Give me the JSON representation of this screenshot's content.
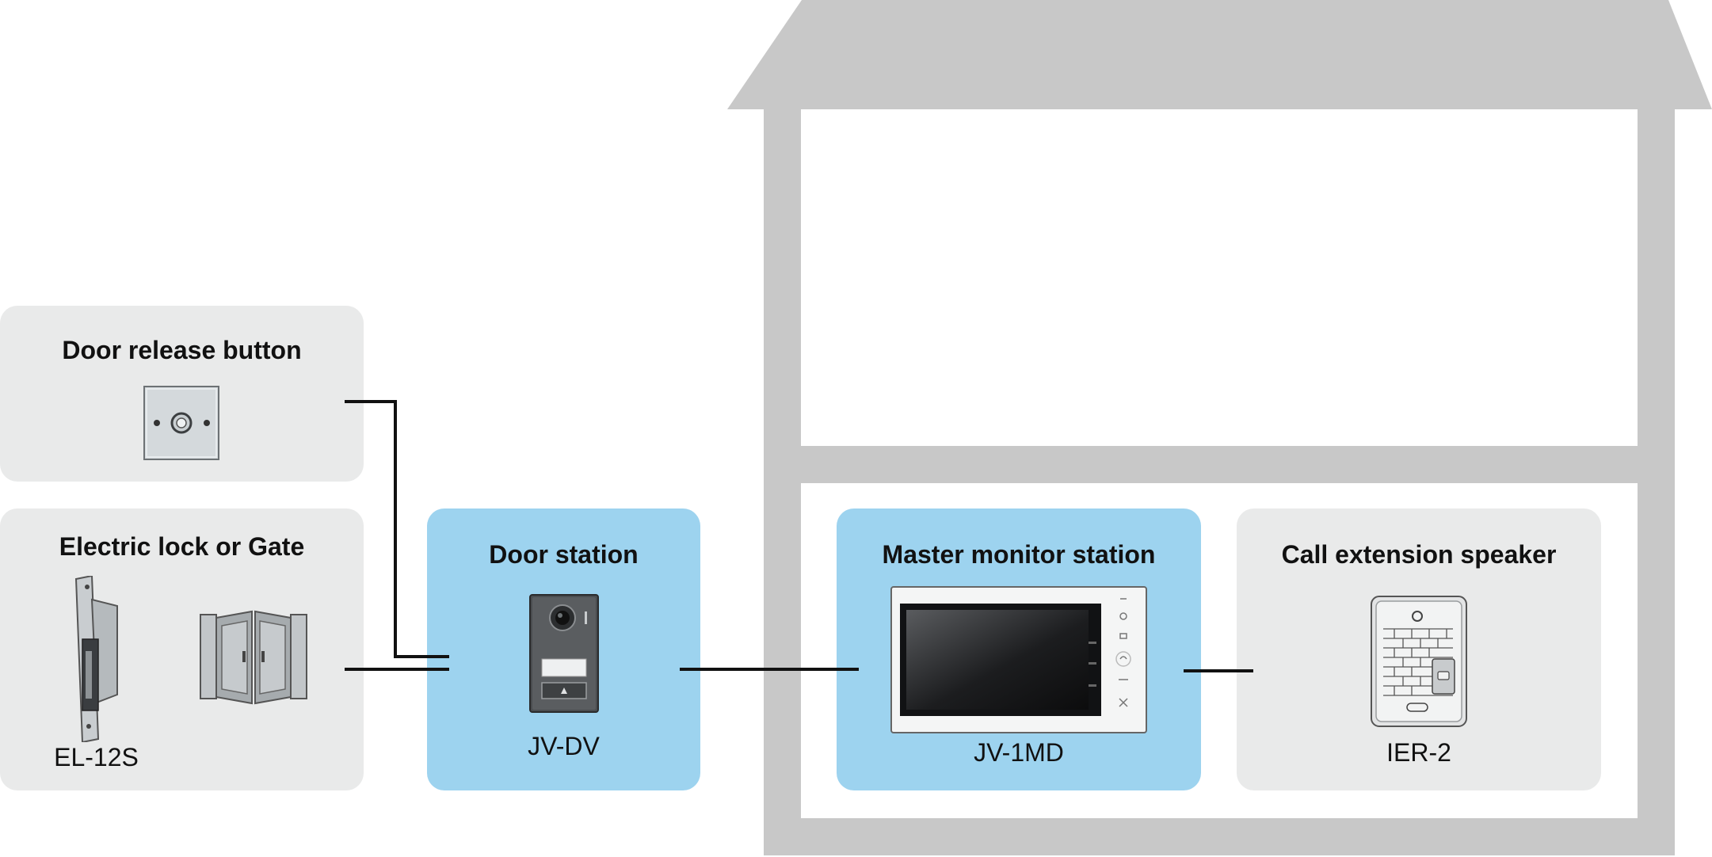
{
  "devices": {
    "door_release": {
      "title": "Door release button"
    },
    "electric_lock": {
      "title": "Electric lock or Gate",
      "model": "EL-12S"
    },
    "door_station": {
      "title": "Door station",
      "model": "JV-DV"
    },
    "master_monitor": {
      "title": "Master monitor station",
      "model": "JV-1MD"
    },
    "call_extension": {
      "title": "Call extension speaker",
      "model": "IER-2"
    }
  },
  "colors": {
    "house": "#c8c8c8",
    "card_grey": "#e9eaea",
    "card_blue": "#9dd3ef",
    "wire": "#111111"
  },
  "icons": {
    "door_release": "push-button-plate-icon",
    "electric_lock": "electric-strike-icon",
    "gate": "double-gate-icon",
    "door_station": "door-station-panel-icon",
    "master_monitor": "video-monitor-icon",
    "call_extension": "speaker-box-icon"
  }
}
